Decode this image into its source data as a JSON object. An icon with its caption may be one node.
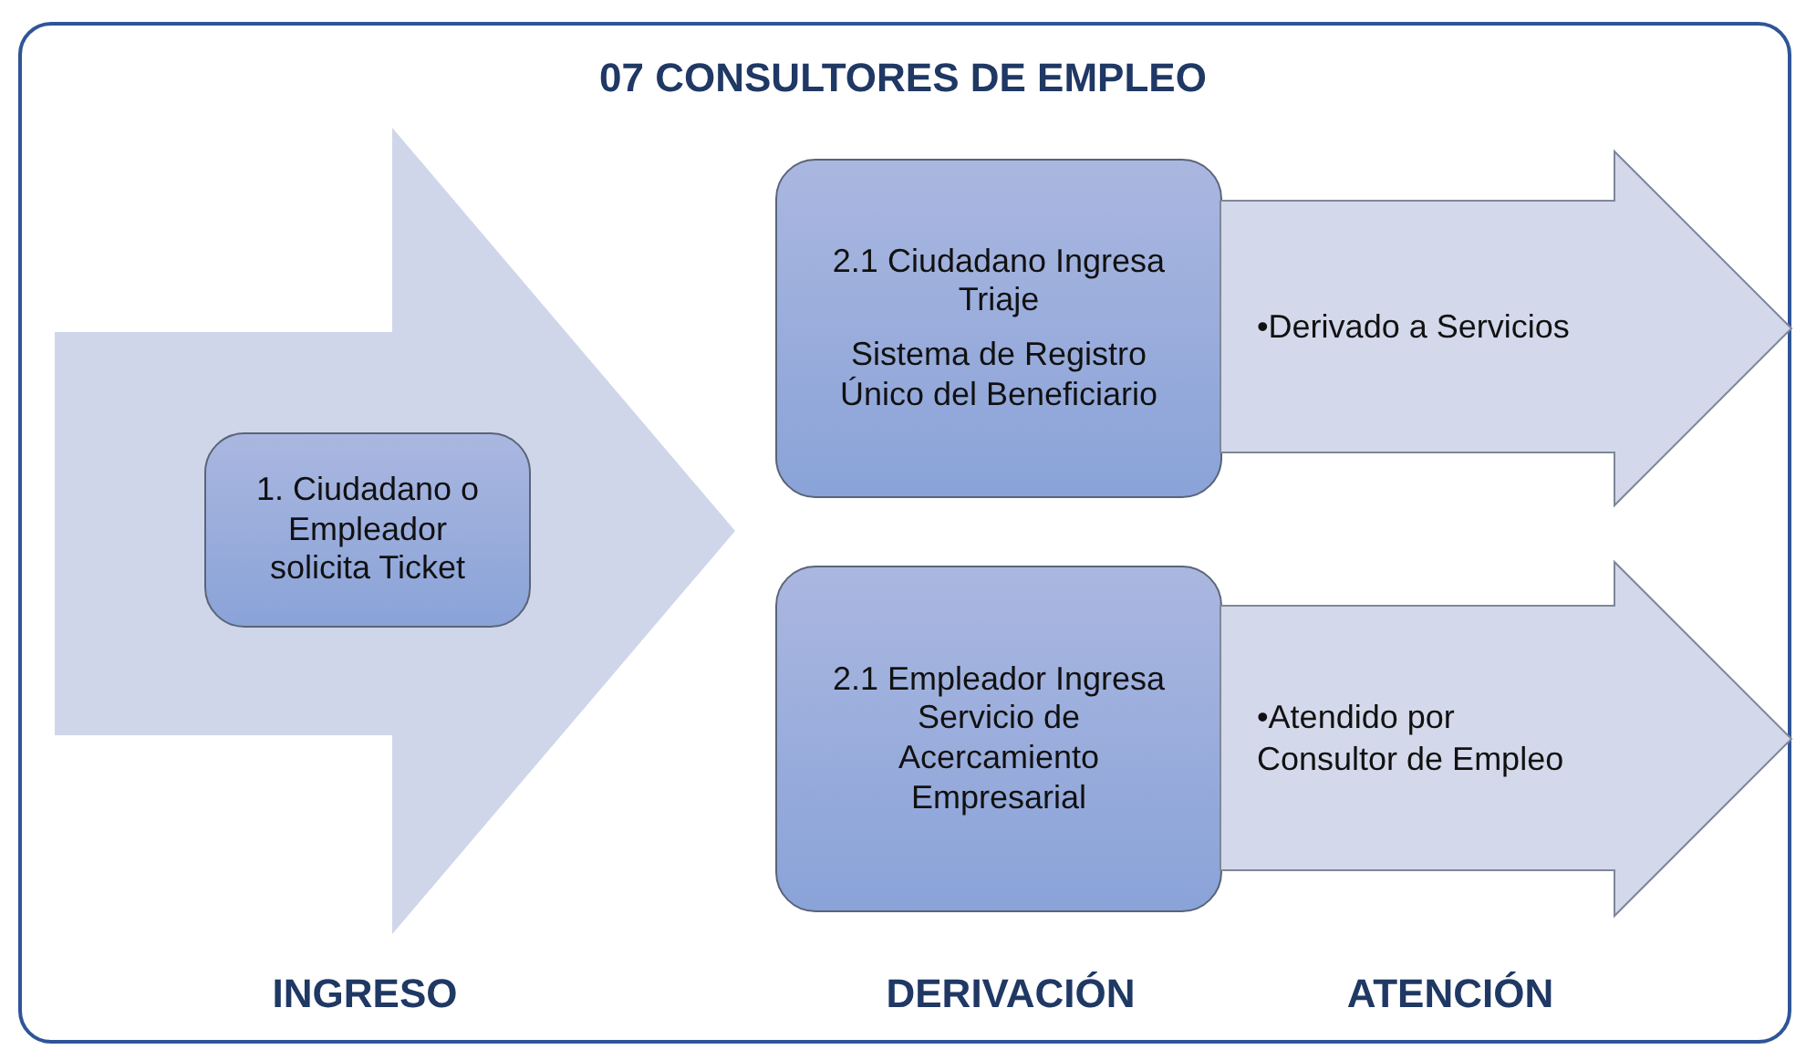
{
  "diagram": {
    "title": "07 CONSULTORES DE EMPLEO",
    "nodes": [
      {
        "text": [],
        "shape": "arrow"
      },
      {
        "text": [
          "1. Ciudadano o Empleador solicita Ticket"
        ],
        "in": 0
      },
      {
        "text": [
          "2.1 Ciudadano Ingresa Triaje",
          "Sistema de Registro Único del Beneficiario"
        ]
      },
      {
        "text": [
          "•Derivado a Servicios"
        ]
      },
      {
        "text": [
          "2.1 Empleador Ingresa Servicio de Acercamiento Empresarial"
        ]
      },
      {
        "text": [
          "•Atendido por Consultor de Empleo"
        ]
      }
    ],
    "labels": [
      "INGRESO",
      "DERIVACIÓN",
      "ATENCIÓN"
    ]
  }
}
